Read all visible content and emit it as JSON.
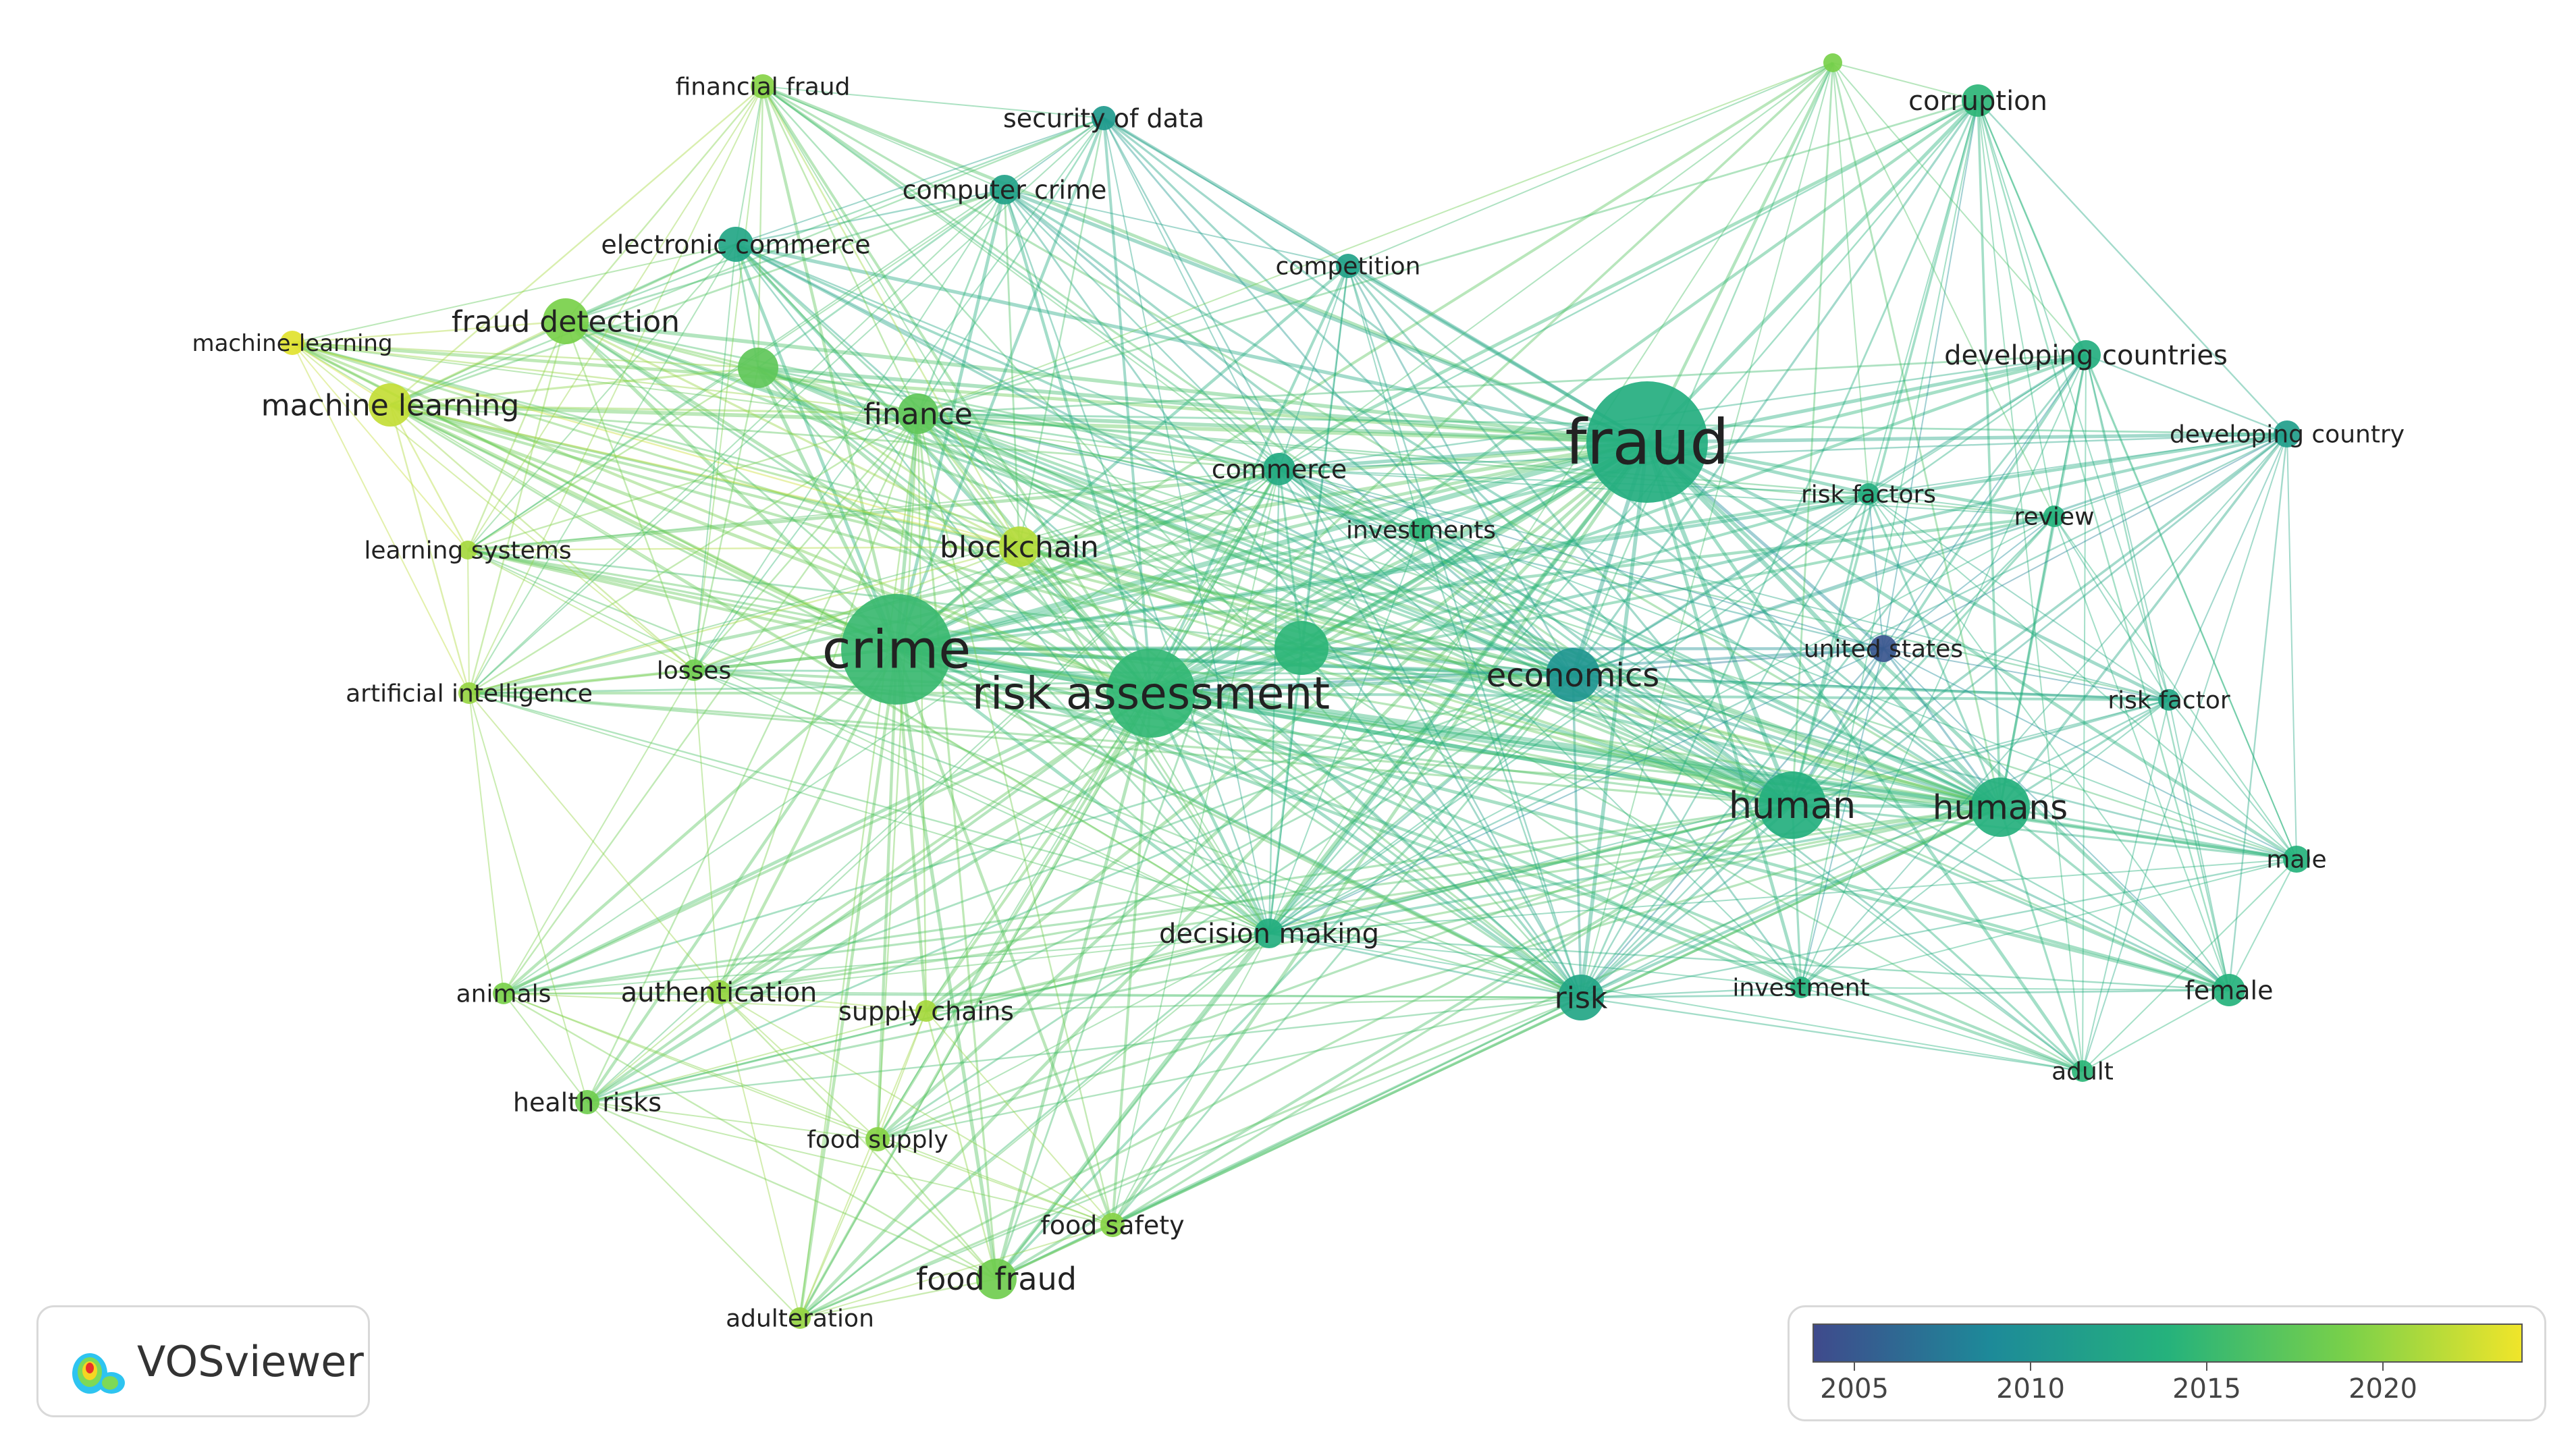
{
  "colors": {
    "c2005": "#3f4a8c",
    "c2010": "#1d8a99",
    "c2015": "#25b27c",
    "c2020": "#78d04a",
    "c2024": "#f0e52a"
  },
  "nodes": [
    {
      "id": "fraud",
      "label": "fraud",
      "weight": 10,
      "year": 2014.5
    },
    {
      "id": "crime",
      "label": "crime",
      "weight": 9,
      "year": 2016.2
    },
    {
      "id": "risk_assessment",
      "label": "risk assessment",
      "weight": 8,
      "year": 2015.8
    },
    {
      "id": "economics",
      "label": "economics",
      "weight": 5,
      "year": 2011.5
    },
    {
      "id": "human",
      "label": "human",
      "weight": 6,
      "year": 2014.6
    },
    {
      "id": "humans",
      "label": "humans",
      "weight": 6,
      "year": 2014.8
    },
    {
      "id": "machine_learning",
      "label": "machine learning",
      "weight": 4,
      "year": 2022.5
    },
    {
      "id": "machine_dash_learning",
      "label": "machine-learning",
      "weight": 2,
      "year": 2023.5
    },
    {
      "id": "fraud_detection",
      "label": "fraud detection",
      "weight": 4,
      "year": 2020.0
    },
    {
      "id": "blockchain",
      "label": "blockchain",
      "weight": 4,
      "year": 2022.0
    },
    {
      "id": "finance",
      "label": "finance",
      "weight": 4,
      "year": 2018.5
    },
    {
      "id": "financial_fraud",
      "label": "financial fraud",
      "weight": 2,
      "year": 2020.5
    },
    {
      "id": "security_of_data",
      "label": "security of data",
      "weight": 2,
      "year": 2012.0
    },
    {
      "id": "computer_crime",
      "label": "computer crime",
      "weight": 3,
      "year": 2013.0
    },
    {
      "id": "electronic_commerce",
      "label": "electronic commerce",
      "weight": 3,
      "year": 2013.5
    },
    {
      "id": "competition",
      "label": "competition",
      "weight": 2,
      "year": 2013.0
    },
    {
      "id": "commerce",
      "label": "commerce",
      "weight": 3,
      "year": 2014.0
    },
    {
      "id": "investments",
      "label": "investments",
      "weight": 2,
      "year": 2015.5
    },
    {
      "id": "corruption",
      "label": "corruption",
      "weight": 3,
      "year": 2015.5
    },
    {
      "id": "developing_countries",
      "label": "developing countries",
      "weight": 3,
      "year": 2014.5
    },
    {
      "id": "developing_country",
      "label": "developing country",
      "weight": 3,
      "year": 2012.5
    },
    {
      "id": "risk_factors",
      "label": "risk factors",
      "weight": 2,
      "year": 2014.5
    },
    {
      "id": "review",
      "label": "review",
      "weight": 2,
      "year": 2015.0
    },
    {
      "id": "united_states",
      "label": "united states",
      "weight": 2,
      "year": 2005.5
    },
    {
      "id": "risk_factor",
      "label": "risk factor",
      "weight": 2,
      "year": 2013.5
    },
    {
      "id": "male",
      "label": "male",
      "weight": 2,
      "year": 2015.0
    },
    {
      "id": "female",
      "label": "female",
      "weight": 3,
      "year": 2015.0
    },
    {
      "id": "adult",
      "label": "adult",
      "weight": 2,
      "year": 2015.5
    },
    {
      "id": "investment",
      "label": "investment",
      "weight": 2,
      "year": 2015.0
    },
    {
      "id": "risk",
      "label": "risk",
      "weight": 4,
      "year": 2013.5
    },
    {
      "id": "decision_making",
      "label": "decision making",
      "weight": 3,
      "year": 2014.5
    },
    {
      "id": "learning_systems",
      "label": "learning systems",
      "weight": 2,
      "year": 2021.5
    },
    {
      "id": "artificial_intelligence",
      "label": "artificial intelligence",
      "weight": 2,
      "year": 2021.0
    },
    {
      "id": "losses",
      "label": "losses",
      "weight": 2,
      "year": 2019.5
    },
    {
      "id": "animals",
      "label": "animals",
      "weight": 2,
      "year": 2020.0
    },
    {
      "id": "authentication",
      "label": "authentication",
      "weight": 2,
      "year": 2021.0
    },
    {
      "id": "supply_chains",
      "label": "supply chains",
      "weight": 2,
      "year": 2021.5
    },
    {
      "id": "health_risks",
      "label": "health risks",
      "weight": 2,
      "year": 2019.5
    },
    {
      "id": "food_supply",
      "label": "food supply",
      "weight": 2,
      "year": 2020.5
    },
    {
      "id": "food_safety",
      "label": "food safety",
      "weight": 2,
      "year": 2020.5
    },
    {
      "id": "food_fraud",
      "label": "food fraud",
      "weight": 4,
      "year": 2019.5
    },
    {
      "id": "adulteration",
      "label": "adulteration",
      "weight": 2,
      "year": 2021.0
    },
    {
      "id": "unlabeled_top",
      "label": "",
      "weight": 1,
      "year": 2020.0
    },
    {
      "id": "unlabeled_mid",
      "label": "",
      "weight": 4,
      "year": 2018.5
    },
    {
      "id": "unlabeled_center",
      "label": "",
      "weight": 5,
      "year": 2015.5
    }
  ],
  "legend": {
    "ticks": [
      "2005",
      "2010",
      "2015",
      "2020"
    ]
  },
  "logo": {
    "text": "VOSviewer"
  }
}
